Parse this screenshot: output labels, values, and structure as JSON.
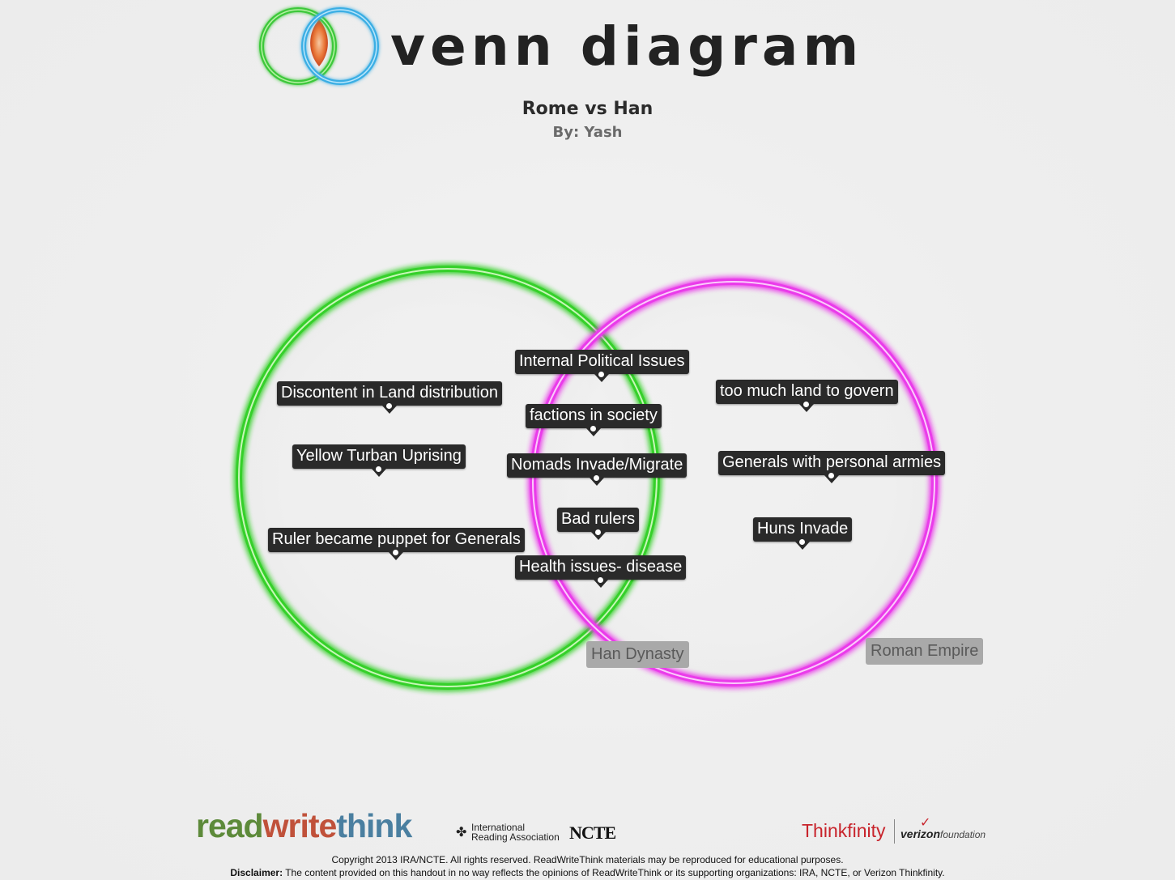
{
  "header": {
    "app_title": "venn diagram",
    "doc_title": "Rome vs Han",
    "author": "By: Yash",
    "logo_icon": "venn-logo-icon",
    "colors": {
      "logo_left": "#39c93a",
      "logo_right": "#3fb2e6",
      "logo_overlap": "#e96a2a"
    }
  },
  "diagram": {
    "colors": {
      "left_circle": "#36d02b",
      "right_circle": "#ea3bea",
      "label_bg": "#2a2a2a",
      "name_bg": "#a9a9a9"
    },
    "left_circle_name": "Han Dynasty",
    "right_circle_name": "Roman Empire",
    "labels": [
      "Discontent in Land distribution",
      "Yellow Turban Uprising",
      "Ruler became puppet for Generals",
      "Internal Political Issues",
      "factions in society",
      "Nomads Invade/Migrate",
      "Bad rulers",
      "Health issues- disease",
      "too much land to govern",
      "Generals with personal armies",
      "Huns Invade"
    ]
  },
  "footer": {
    "rwt_read": "read",
    "rwt_write": "write",
    "rwt_think": "think",
    "ira_mark": "✤",
    "ira": "International Reading Association",
    "ncte": "NCTE",
    "thinkfinity": "Thinkfinity",
    "verizon": "verizon",
    "verizon_suffix": "foundation",
    "verizon_check": "✓",
    "copyright": "Copyright 2013 IRA/NCTE. All rights reserved. ReadWriteThink materials may be reproduced for educational purposes.",
    "disclaimer_label": "Disclaimer:",
    "disclaimer_text": " The content provided on this handout in no way reflects the opinions of ReadWriteThink or its supporting organizations: IRA, NCTE, or Verizon Thinkfinity."
  }
}
